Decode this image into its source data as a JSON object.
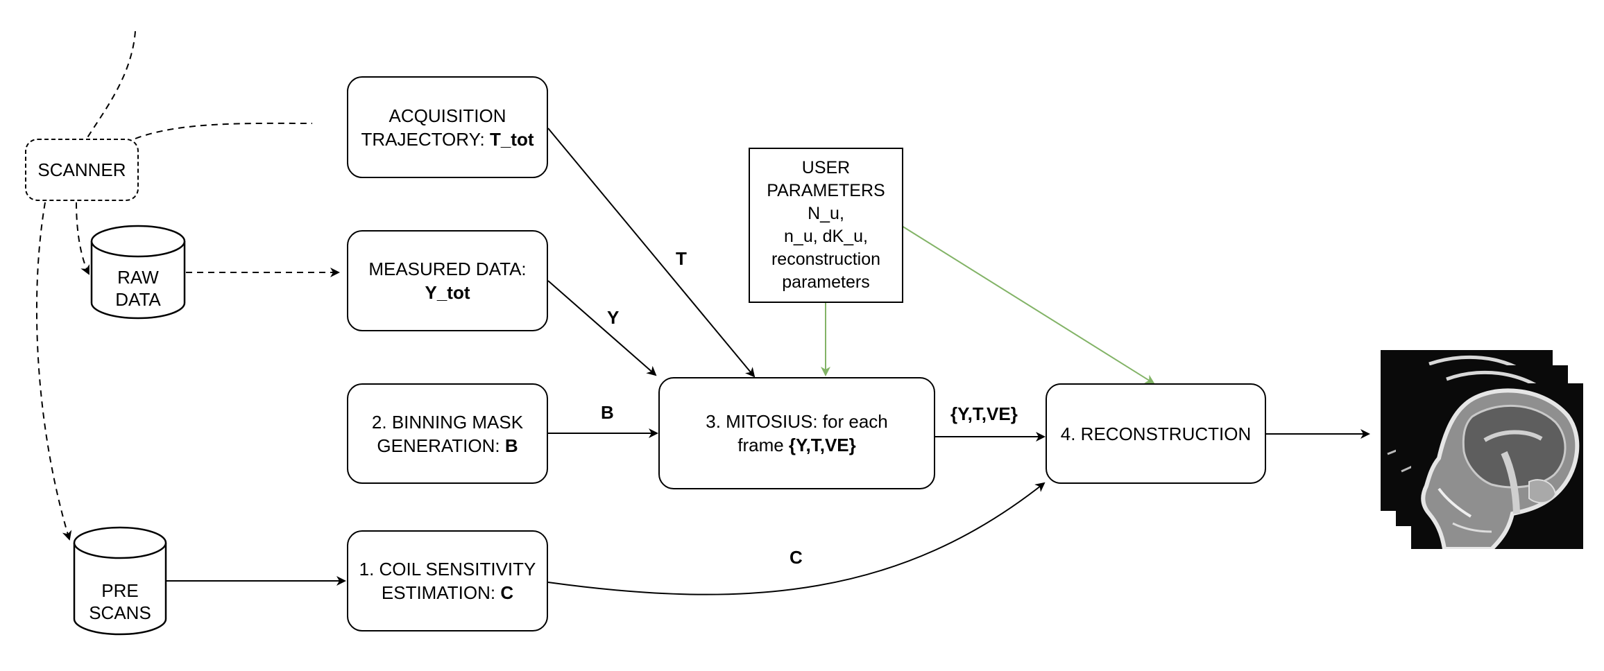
{
  "nodes": {
    "scanner": {
      "label": "SCANNER"
    },
    "raw_data": {
      "line1": "RAW",
      "line2": "DATA"
    },
    "pre_scans": {
      "line1": "PRE",
      "line2": "SCANS"
    },
    "acquisition": {
      "line1": "ACQUISITION",
      "line2_prefix": "TRAJECTORY: ",
      "line2_bold": "T_tot"
    },
    "measured": {
      "line1": "MEASURED DATA:",
      "line2_bold": "Y_tot"
    },
    "binning": {
      "line1": "2. BINNING MASK",
      "line2_prefix": "GENERATION: ",
      "line2_bold": "B"
    },
    "coil": {
      "line1": "1. COIL SENSITIVITY",
      "line2_prefix": "ESTIMATION: ",
      "line2_bold": "C"
    },
    "mitosius": {
      "line1": "3. MITOSIUS: for each",
      "line2_prefix": "frame ",
      "line2_bold": "{Y,T,VE}"
    },
    "reconstruction": {
      "label": "4. RECONSTRUCTION"
    },
    "user_params": {
      "lines": [
        "USER",
        "PARAMETERS",
        "N_u,",
        "n_u, dK_u,",
        "reconstruction",
        "parameters"
      ]
    }
  },
  "edge_labels": {
    "t": "T",
    "y": "Y",
    "b": "B",
    "yte": "{Y,T,VE}",
    "c": "C"
  },
  "colors": {
    "line": "#000000",
    "user_param_arrow": "#82b366"
  }
}
